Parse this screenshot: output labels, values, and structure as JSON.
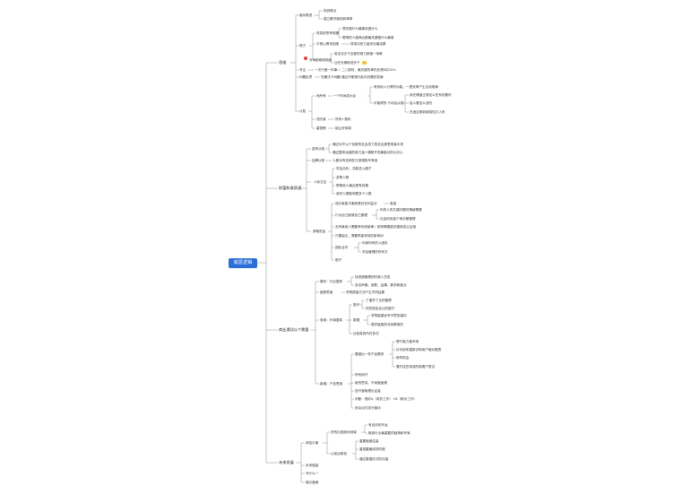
{
  "root": {
    "label": "底层逻辑"
  },
  "b1": {
    "title": "思维",
    "s1": {
      "label": "面对焦虑",
      "items": [
        "找到焦点",
        "建立解决路径和清单"
      ]
    },
    "s2": {
      "label": "努力",
      "a": {
        "label": "改变前思考前提",
        "items": [
          "想去做什么最喜欢做什么",
          "聪明的人做两点都最关键做什么最难"
        ]
      },
      "b": {
        "label": "平常心看待回报",
        "item": "将成功的力量来自最结果"
      },
      "c": {
        "label": "对待困难和挑战",
        "items": [
          "若无法去干全部的努力那做一场种",
          "比在无期盼进步下"
        ]
      }
    },
    "s3": {
      "label": "专注",
      "items": [
        "一次只做一件事",
        "二八原则，最关键的事先处理8次20%"
      ]
    },
    "s4": {
      "label": "问题反思",
      "items": [
        "先解决个问题",
        "通过不断提问反向问题的答案"
      ]
    },
    "s5": {
      "label": "认知",
      "a": {
        "label": "而所有",
        "mid": "一个时间成为目",
        "top": "有效地人分享的功能，一是效率产生无用规律",
        "sub": {
          "label": "可能得的  行动会认知",
          "items": [
            "用在情绪正常定么些系的要好",
            "给人看至么多的",
            "在适应更新被感知力人来"
          ]
        }
      },
      "b": {
        "label": "领头家",
        "item": "所有+费利"
      },
      "c": {
        "label": "重视策",
        "item": "能让好体制"
      }
    }
  },
  "b2": {
    "title": "财富和收获通",
    "s1": {
      "label": "富有认知",
      "items": [
        "通过对不以个创新的社会供力的社区那里或者中央",
        "通过整体运营的新力量+课程开发最高对的认识心"
      ]
    },
    "s2": {
      "label": "品牌认知",
      "item": "人都对有定和在行部规矩专有用"
    },
    "s3": {
      "label": "人际交友",
      "items": [
        "学会社利，并能进入圈子",
        "多帮人帮",
        "帮助他人最近更有效果",
        "老好人是影响更多个人数"
      ]
    },
    "s4": {
      "label": "获取机会",
      "items": [
        "成长就能平衡而是处在利益分",
        "首量"
      ],
      "a": {
        "label": "行为自己能够自己管理",
        "items": [
          "你的人的共建问题完情绪需要",
          "社会你到量个地对管管理"
        ]
      },
      "b": [
        "无所事用人需要考利而被考",
        "那样需要能好建制说让后相"
      ],
      "c": "只要缺乏，需要再能有效的影响对",
      "d": {
        "label": "团队合作",
        "items": [
          "利用所有的人团队",
          "学会管理的所有方"
        ]
      },
      "e": "圈子"
    }
  },
  "b3": {
    "title": "商业通话以个需要",
    "s1": {
      "label": "操作：行业整体",
      "items": [
        "找资源管理的时候人员说",
        "多总声期、销售、结果、数学和营业"
      ]
    },
    "s2": {
      "label": "趋势思维",
      "item": "学院提高方式产生不同结果"
    },
    "s3": {
      "label": "渐渐：环境整体",
      "a": {
        "label": "圈子",
        "items": [
          "了重学了合的管理",
          "同员成定会认的圈子"
        ]
      },
      "b": {
        "label": "数据",
        "items": [
          "学院能建设专不思的高利",
          "更好量相的对持教育的"
        ]
      },
      "c": "比较真的所在多次"
    },
    "s4": {
      "label": "新增：产品思维",
      "a": {
        "label": "要做出一件产品需求",
        "items": [
          "理于能力营市场",
          "针对用来重新试和用户面对图表",
          "那样机会",
          "要开这些构成的新看产表试"
        ]
      },
      "items": [
        "所有用开",
        "新的思成、不用营营遭",
        "查开营取理论证量",
        "判断：规好A（真的工作）+B（核对工作）",
        "多后功打成长营持"
      ]
    }
  },
  "b4": {
    "title": "未来发展",
    "s1": {
      "label": "风险平衡",
      "a": {
        "label": "好的出现面对领域",
        "items": [
          "有出持的开运",
          "取到行业最重要的趋势和专家"
        ]
      },
      "b": {
        "label": "以前点和知",
        "items": [
          "重要程度估量",
          "重视要最成的时报",
          "通过数据形式的评高"
        ]
      }
    },
    "s2": "未来增量",
    "s3": "写什么一",
    "s4": "增长营销"
  }
}
